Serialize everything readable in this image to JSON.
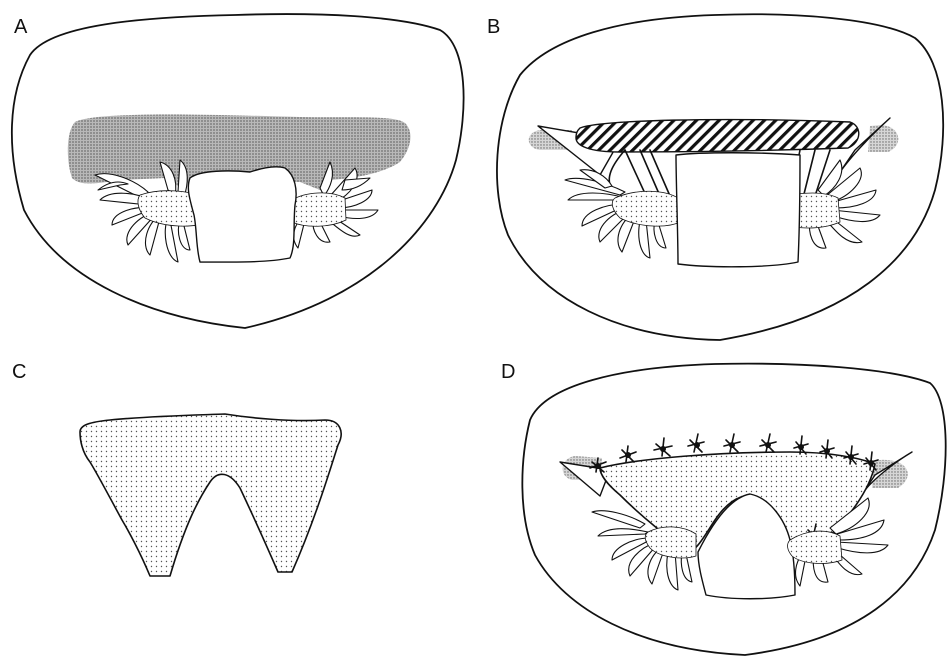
{
  "panels": [
    {
      "id": "A",
      "label": "A"
    },
    {
      "id": "B",
      "label": "B"
    },
    {
      "id": "C",
      "label": "C"
    },
    {
      "id": "D",
      "label": "D"
    }
  ],
  "colors": {
    "line": "#111111",
    "dense_stipple": "#9a9a9a",
    "light_stipple": "#c9c9c9",
    "hatch": "#111111",
    "background": "#ffffff"
  }
}
